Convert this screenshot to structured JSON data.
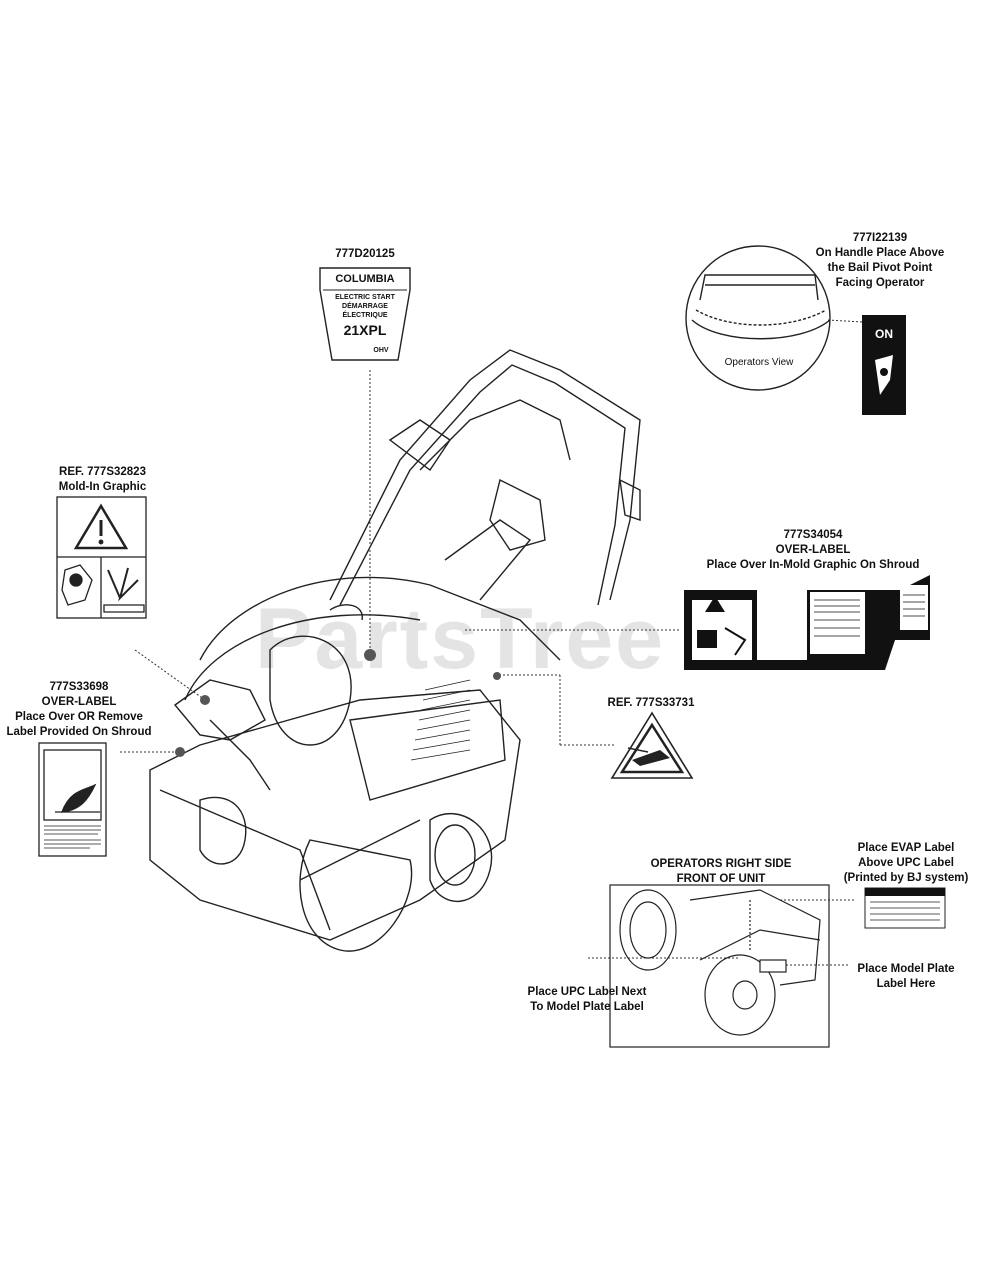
{
  "watermark": "PartsTree",
  "labels": {
    "l777d20125": "777D20125",
    "l777i22139": [
      "777I22139",
      "On Handle Place Above",
      "the Bail Pivot Point",
      "Facing Operator"
    ],
    "operators_view": "Operators View",
    "ref_777s32823": [
      "REF. 777S32823",
      "Mold-In Graphic"
    ],
    "l777s34054": [
      "777S34054",
      "OVER-LABEL",
      "Place Over In-Mold Graphic On Shroud"
    ],
    "l777s33698": [
      "777S33698",
      "OVER-LABEL",
      "Place Over OR Remove",
      "Label Provided On Shroud"
    ],
    "ref_777s33731": "REF. 777S33731",
    "operators_right_side": [
      "OPERATORS RIGHT SIDE",
      "FRONT OF UNIT"
    ],
    "evap_label": [
      "Place EVAP Label",
      "Above UPC Label",
      "(Printed by BJ system)"
    ],
    "upc_label": [
      "Place UPC Label Next",
      "To Model Plate Label"
    ],
    "model_plate": [
      "Place Model Plate",
      "Label Here"
    ]
  },
  "decal_777d20125": {
    "brand": "COLUMBIA",
    "line1": "ELECTRIC START",
    "line2": "DÉMARRAGE",
    "line3": "ÉLECTRIQUE",
    "model": "21XPL",
    "engine": "OHV"
  },
  "icons": [
    "warning-triangle-icon",
    "hand-hazard-icon",
    "operator-manual-icon"
  ]
}
